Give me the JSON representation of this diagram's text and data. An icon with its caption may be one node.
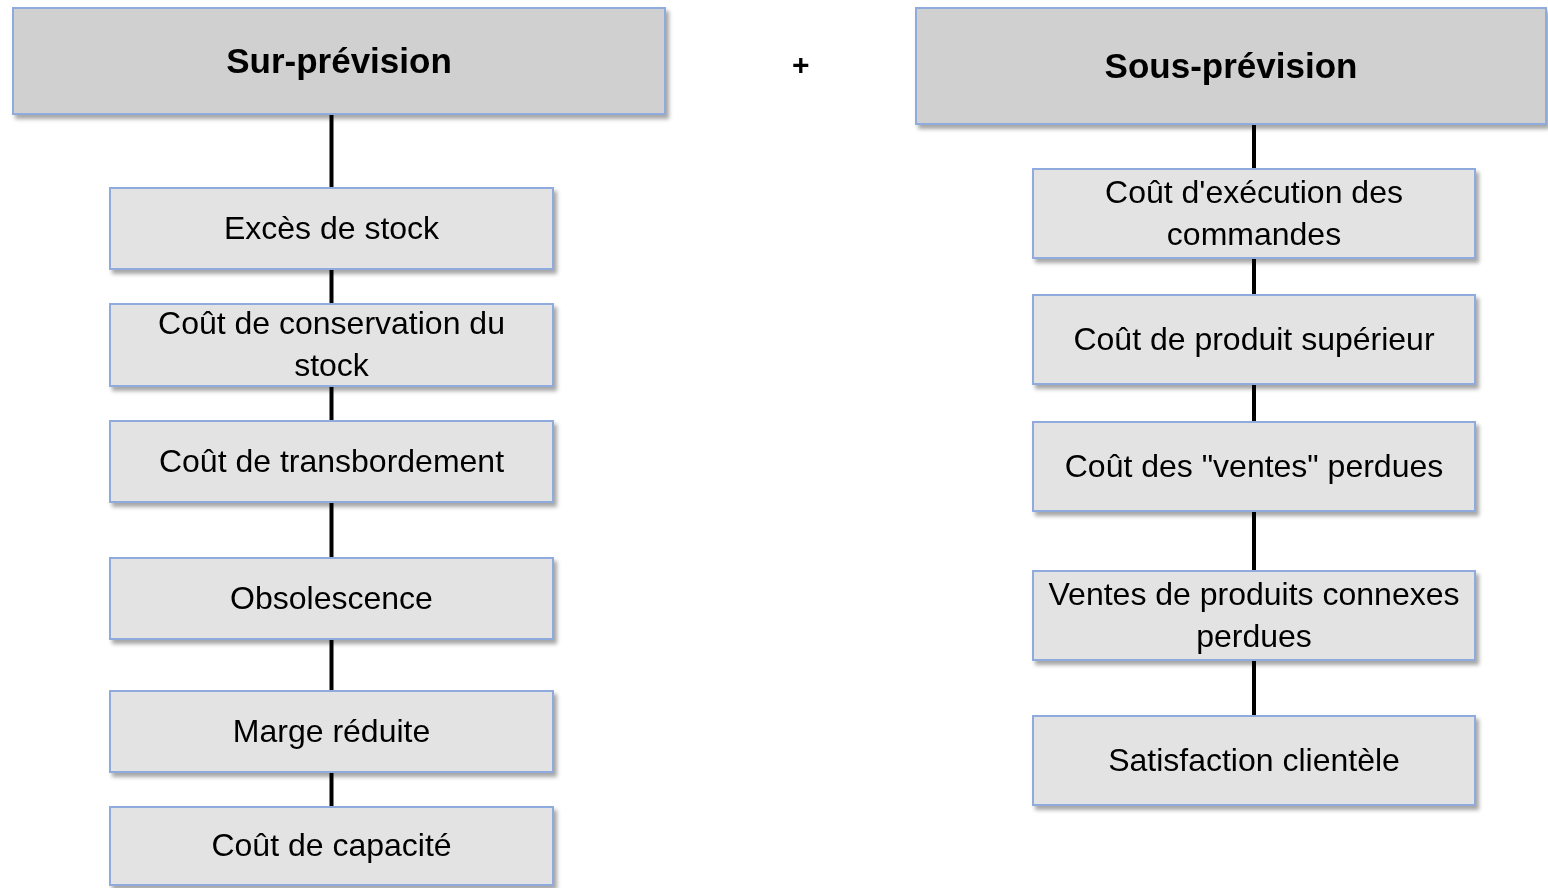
{
  "diagram": {
    "nodes": [
      {
        "text": [
          "Sur-prévision"
        ]
      },
      {
        "text": [
          "Excès de stock"
        ]
      },
      {
        "text": [
          "Coût de conservation du stock"
        ]
      },
      {
        "text": [
          "Coût de transbordement"
        ]
      },
      {
        "text": [
          "Obsolescence"
        ]
      },
      {
        "text": [
          "Marge réduite"
        ]
      },
      {
        "text": [
          "Coût de capacité"
        ]
      },
      {
        "text": [
          "Sous-prévision"
        ]
      },
      {
        "text": [
          "Coût d'exécution des commandes"
        ]
      },
      {
        "text": [
          "Coût de produit supérieur"
        ]
      },
      {
        "text": [
          "Coût des \"ventes\" perdues"
        ]
      },
      {
        "text": [
          "Ventes de produits connexes perdues"
        ]
      },
      {
        "text": [
          "Satisfaction clientèle"
        ]
      }
    ],
    "edges": [
      {
        "from": 0,
        "to": 1,
        "arrow": "none"
      },
      {
        "from": 1,
        "to": 2,
        "arrow": "none"
      },
      {
        "from": 2,
        "to": 3,
        "arrow": "none"
      },
      {
        "from": 3,
        "to": 4,
        "arrow": "none"
      },
      {
        "from": 4,
        "to": 5,
        "arrow": "none"
      },
      {
        "from": 5,
        "to": 6,
        "arrow": "none"
      },
      {
        "from": 7,
        "to": 8,
        "arrow": "none"
      },
      {
        "from": 8,
        "to": 9,
        "arrow": "none"
      },
      {
        "from": 9,
        "to": 10,
        "arrow": "none"
      },
      {
        "from": 10,
        "to": 11,
        "arrow": "none"
      },
      {
        "from": 11,
        "to": 12,
        "arrow": "none"
      }
    ],
    "labels": [
      "+"
    ]
  }
}
